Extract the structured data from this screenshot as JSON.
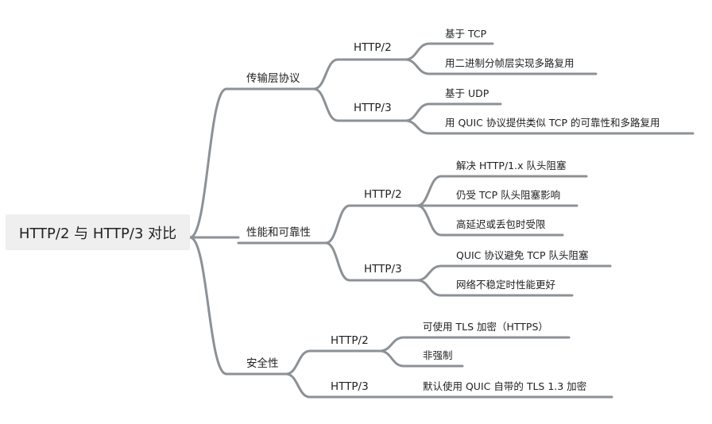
{
  "root": "HTTP/2 与 HTTP/3 对比",
  "transport": {
    "label": "传输层协议",
    "h2": {
      "label": "HTTP/2",
      "items": [
        "基于 TCP",
        "用二进制分帧层实现多路复用"
      ]
    },
    "h3": {
      "label": "HTTP/3",
      "items": [
        "基于 UDP",
        "用 QUIC 协议提供类似 TCP 的可靠性和多路复用"
      ]
    }
  },
  "performance": {
    "label": "性能和可靠性",
    "h2": {
      "label": "HTTP/2",
      "items": [
        "解决 HTTP/1.x 队头阻塞",
        "仍受 TCP 队头阻塞影响",
        "高延迟或丢包时受限"
      ]
    },
    "h3": {
      "label": "HTTP/3",
      "items": [
        "QUIC 协议避免 TCP 队头阻塞",
        "网络不稳定时性能更好"
      ]
    }
  },
  "security": {
    "label": "安全性",
    "h2": {
      "label": "HTTP/2",
      "items": [
        "可使用 TLS 加密（HTTPS）",
        "非强制"
      ]
    },
    "h3": {
      "label": "HTTP/3",
      "items": [
        "默认使用 QUIC 自带的 TLS 1.3 加密"
      ]
    }
  },
  "colors": {
    "connector": "#8c9196",
    "root_background": "#efefef"
  }
}
